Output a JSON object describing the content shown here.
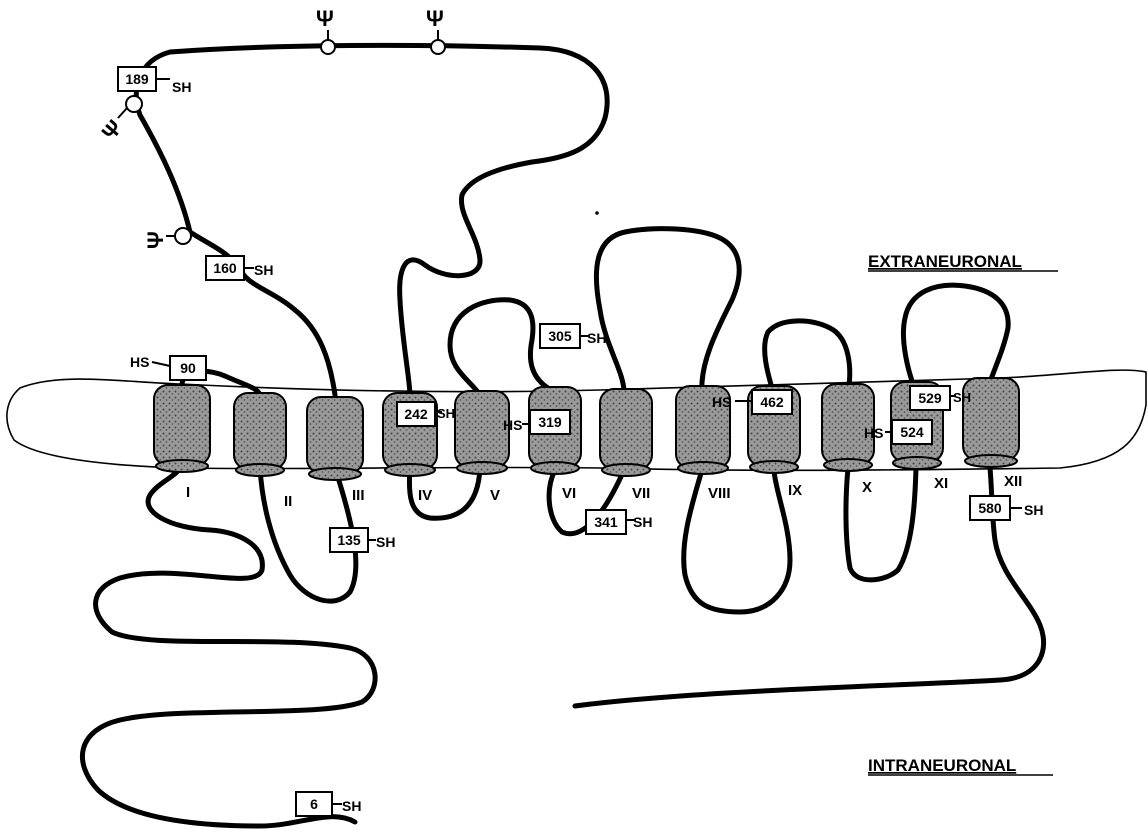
{
  "regions": {
    "extracellular": "EXTRANEURONAL",
    "intracellular": "INTRANEURONAL"
  },
  "helices": [
    {
      "id": "I",
      "label": "I"
    },
    {
      "id": "II",
      "label": "II"
    },
    {
      "id": "III",
      "label": "III"
    },
    {
      "id": "IV",
      "label": "IV"
    },
    {
      "id": "V",
      "label": "V"
    },
    {
      "id": "VI",
      "label": "VI"
    },
    {
      "id": "VII",
      "label": "VII"
    },
    {
      "id": "VIII",
      "label": "VIII"
    },
    {
      "id": "IX",
      "label": "IX"
    },
    {
      "id": "X",
      "label": "X"
    },
    {
      "id": "XI",
      "label": "XI"
    },
    {
      "id": "XII",
      "label": "XII"
    }
  ],
  "cysteines": [
    {
      "residue": "189",
      "group": "SH"
    },
    {
      "residue": "160",
      "group": "SH"
    },
    {
      "residue": "90",
      "group": "HS"
    },
    {
      "residue": "135",
      "group": "SH"
    },
    {
      "residue": "242",
      "group": "SH"
    },
    {
      "residue": "305",
      "group": "SH"
    },
    {
      "residue": "319",
      "group": "HS"
    },
    {
      "residue": "341",
      "group": "SH"
    },
    {
      "residue": "462",
      "group": "HS"
    },
    {
      "residue": "529",
      "group": "SH"
    },
    {
      "residue": "524",
      "group": "HS"
    },
    {
      "residue": "580",
      "group": "SH"
    },
    {
      "residue": "6",
      "group": "SH"
    }
  ],
  "glycosylation": {
    "symbol": "Ψ",
    "count": 4
  },
  "colors": {
    "line": "#000000",
    "helix_fill": "#8a8a8a",
    "membrane_fill": "#ffffff"
  }
}
